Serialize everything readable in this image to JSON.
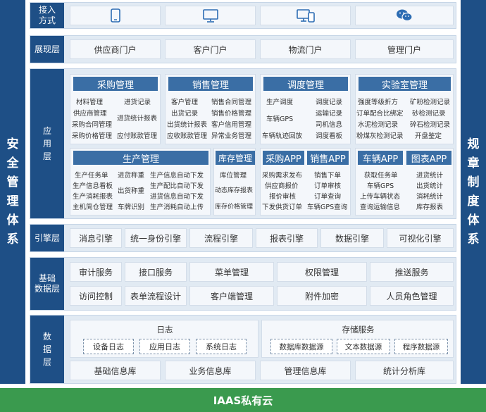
{
  "left_side": {
    "label_chars": [
      "安",
      "全",
      "管",
      "理",
      "体",
      "系"
    ]
  },
  "right_side": {
    "label_chars": [
      "规",
      "章",
      "制",
      "度",
      "体",
      "系"
    ]
  },
  "bottom": {
    "label": "IAAS私有云"
  },
  "access": {
    "label_lines": [
      "接入",
      "方式"
    ],
    "icons": [
      "mobile-phone-icon",
      "desktop-monitor-icon",
      "multi-device-icon",
      "wechat-icon"
    ]
  },
  "presentation": {
    "label": "展现层",
    "items": [
      "供应商门户",
      "客户门户",
      "物流门户",
      "管理门户"
    ]
  },
  "application": {
    "label_chars": [
      "应",
      "用",
      "层"
    ],
    "purchase": {
      "title": "采购管理",
      "col1": [
        "材料管理",
        "供应商管理",
        "采购合同管理",
        "采购价格管理"
      ],
      "col2": [
        "进货记录",
        "进货统计报表",
        "应付账款管理"
      ]
    },
    "sales": {
      "title": "销售管理",
      "col1": [
        "客户管理",
        "出货记录",
        "出货统计报表",
        "应收账款管理"
      ],
      "col2": [
        "销售合同管理",
        "销售价格管理",
        "客户信用管理",
        "异常业务管理"
      ]
    },
    "dispatch": {
      "title": "调度管理",
      "col1": [
        "生产调度",
        "车辆GPS",
        "车辆轨迹回放"
      ],
      "col2": [
        "调度记录",
        "运输记录",
        "司机信息",
        "调度看板"
      ]
    },
    "lab": {
      "title": "实验室管理",
      "col1": [
        "强度等级折方",
        "订单配合比绑定",
        "水泥检测记录",
        "粉煤灰检测记录"
      ],
      "col2": [
        "矿粉检测记录",
        "砂检测记录",
        "碎石检测记录",
        "开盘鉴定"
      ]
    },
    "production": {
      "title": "生产管理",
      "col1": [
        "生产任务单",
        "生产信息看板",
        "生产消耗报表",
        "主机简仓管理"
      ],
      "col2": [
        "进货称重",
        "出货称重",
        "车牌识别"
      ],
      "col3": [
        "生产信息自动下发",
        "生产配比自动下发",
        "进货信息自动下发",
        "生产消耗自动上传"
      ]
    },
    "inventory": {
      "title": "库存管理",
      "col1": [
        "库位管理",
        "动态库存报表",
        "库存价格管理"
      ]
    },
    "purchase_app": {
      "title": "采购APP",
      "col1": [
        "采购需求发布",
        "供应商报价",
        "报价审核",
        "下发供货订单"
      ]
    },
    "sales_app": {
      "title": "销售APP",
      "col1": [
        "销售下单",
        "订单审核",
        "订单查询",
        "车辆GPS查询"
      ]
    },
    "vehicle_app": {
      "title": "车辆APP",
      "col1": [
        "获取任务单",
        "车辆GPS",
        "上传车辆状态",
        "查询运输信息"
      ]
    },
    "report_app": {
      "title": "图表APP",
      "col1": [
        "进货统计",
        "出货统计",
        "消耗统计",
        "库存报表"
      ]
    }
  },
  "engine": {
    "label": "引擎层",
    "items": [
      "消息引擎",
      "统一身份引擎",
      "流程引擎",
      "报表引擎",
      "数据引擎",
      "可视化引擎"
    ]
  },
  "base_data": {
    "label_lines": [
      "基础",
      "数据层"
    ],
    "row1": [
      "审计服务",
      "接口服务",
      "菜单管理",
      "权限管理",
      "推送服务"
    ],
    "row2": [
      "访问控制",
      "表单流程设计",
      "客户端管理",
      "附件加密",
      "人员角色管理"
    ]
  },
  "data": {
    "label_chars": [
      "数",
      "据",
      "层"
    ],
    "log": {
      "title": "日志",
      "items": [
        "设备日志",
        "应用日志",
        "系统日志"
      ]
    },
    "storage": {
      "title": "存储服务",
      "items": [
        "数据库数据源",
        "文本数据源",
        "程序数据源"
      ]
    },
    "libs": [
      "基础信息库",
      "业务信息库",
      "管理信息库",
      "统计分析库"
    ]
  }
}
